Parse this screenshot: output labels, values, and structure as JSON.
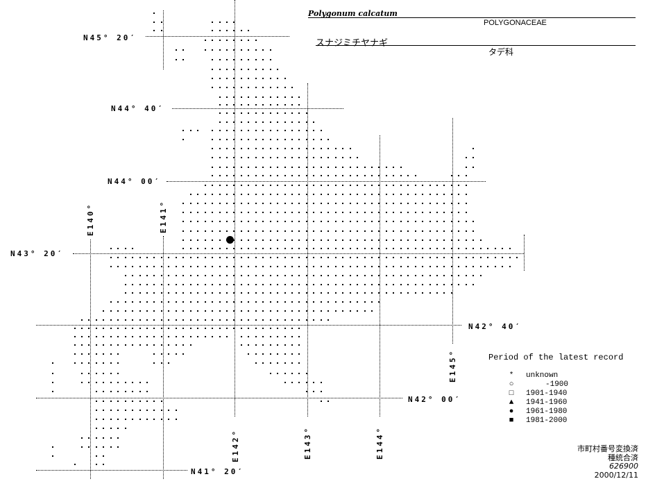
{
  "header": {
    "scientific_name": "Polygonum calcatum",
    "family": "POLYGONACEAE",
    "japanese_name": "スナジミチヤナギ",
    "japanese_family": "タデ科"
  },
  "grid_labels": {
    "lat": [
      "N45° 20′",
      "N44° 40′",
      "N44° 00′",
      "N43° 20′",
      "N42° 40′",
      "N42° 00′",
      "N41° 20′"
    ],
    "lon": [
      "E140°",
      "E141°",
      "E142°",
      "E143°",
      "E144°",
      "E145°"
    ]
  },
  "legend": {
    "title": "Period of the latest record",
    "items": [
      {
        "symbol": "asterisk",
        "glyph": "*",
        "label": "unknown"
      },
      {
        "symbol": "open-circle",
        "glyph": "○",
        "label": "-1900"
      },
      {
        "symbol": "open-square",
        "glyph": "□",
        "label": "1901-1940"
      },
      {
        "symbol": "filled-triangle",
        "glyph": "▲",
        "label": "1941-1960"
      },
      {
        "symbol": "filled-circle",
        "glyph": "●",
        "label": "1961-1980"
      },
      {
        "symbol": "filled-square",
        "glyph": "■",
        "label": "1981-2000"
      }
    ]
  },
  "footer": {
    "line1": "市町村番号変換済",
    "line2": "種統合済",
    "code": "626900",
    "date": "2000/12/11"
  },
  "records": [
    {
      "period": "1961-1980",
      "symbol": "filled-circle",
      "count": 1
    }
  ]
}
